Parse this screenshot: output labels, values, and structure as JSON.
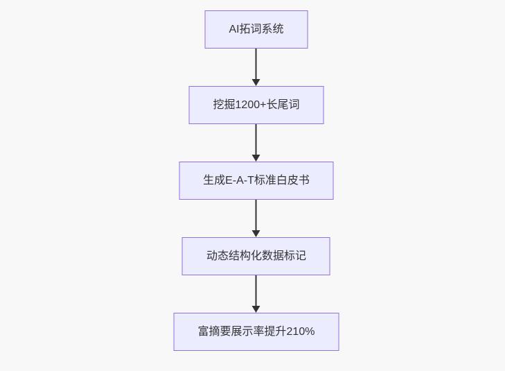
{
  "flowchart": {
    "type": "flowchart",
    "direction": "top-down",
    "nodes": [
      {
        "label": "AI拓词系统"
      },
      {
        "label": "挖掘1200+长尾词"
      },
      {
        "label": "生成E-A-T标准白皮书"
      },
      {
        "label": "动态结构化数据标记"
      },
      {
        "label": "富摘要展示率提升210%"
      }
    ],
    "edges": [
      {
        "from": "AI拓词系统",
        "to": "挖掘1200+长尾词"
      },
      {
        "from": "挖掘1200+长尾词",
        "to": "生成E-A-T标准白皮书"
      },
      {
        "from": "生成E-A-T标准白皮书",
        "to": "动态结构化数据标记"
      },
      {
        "from": "动态结构化数据标记",
        "to": "富摘要展示率提升210%"
      }
    ],
    "style": {
      "background": "#f8f8f8",
      "node_fill": "#ECECFF",
      "node_border": "#9370DB",
      "text_color": "#333333",
      "arrow_color": "#333333"
    }
  }
}
